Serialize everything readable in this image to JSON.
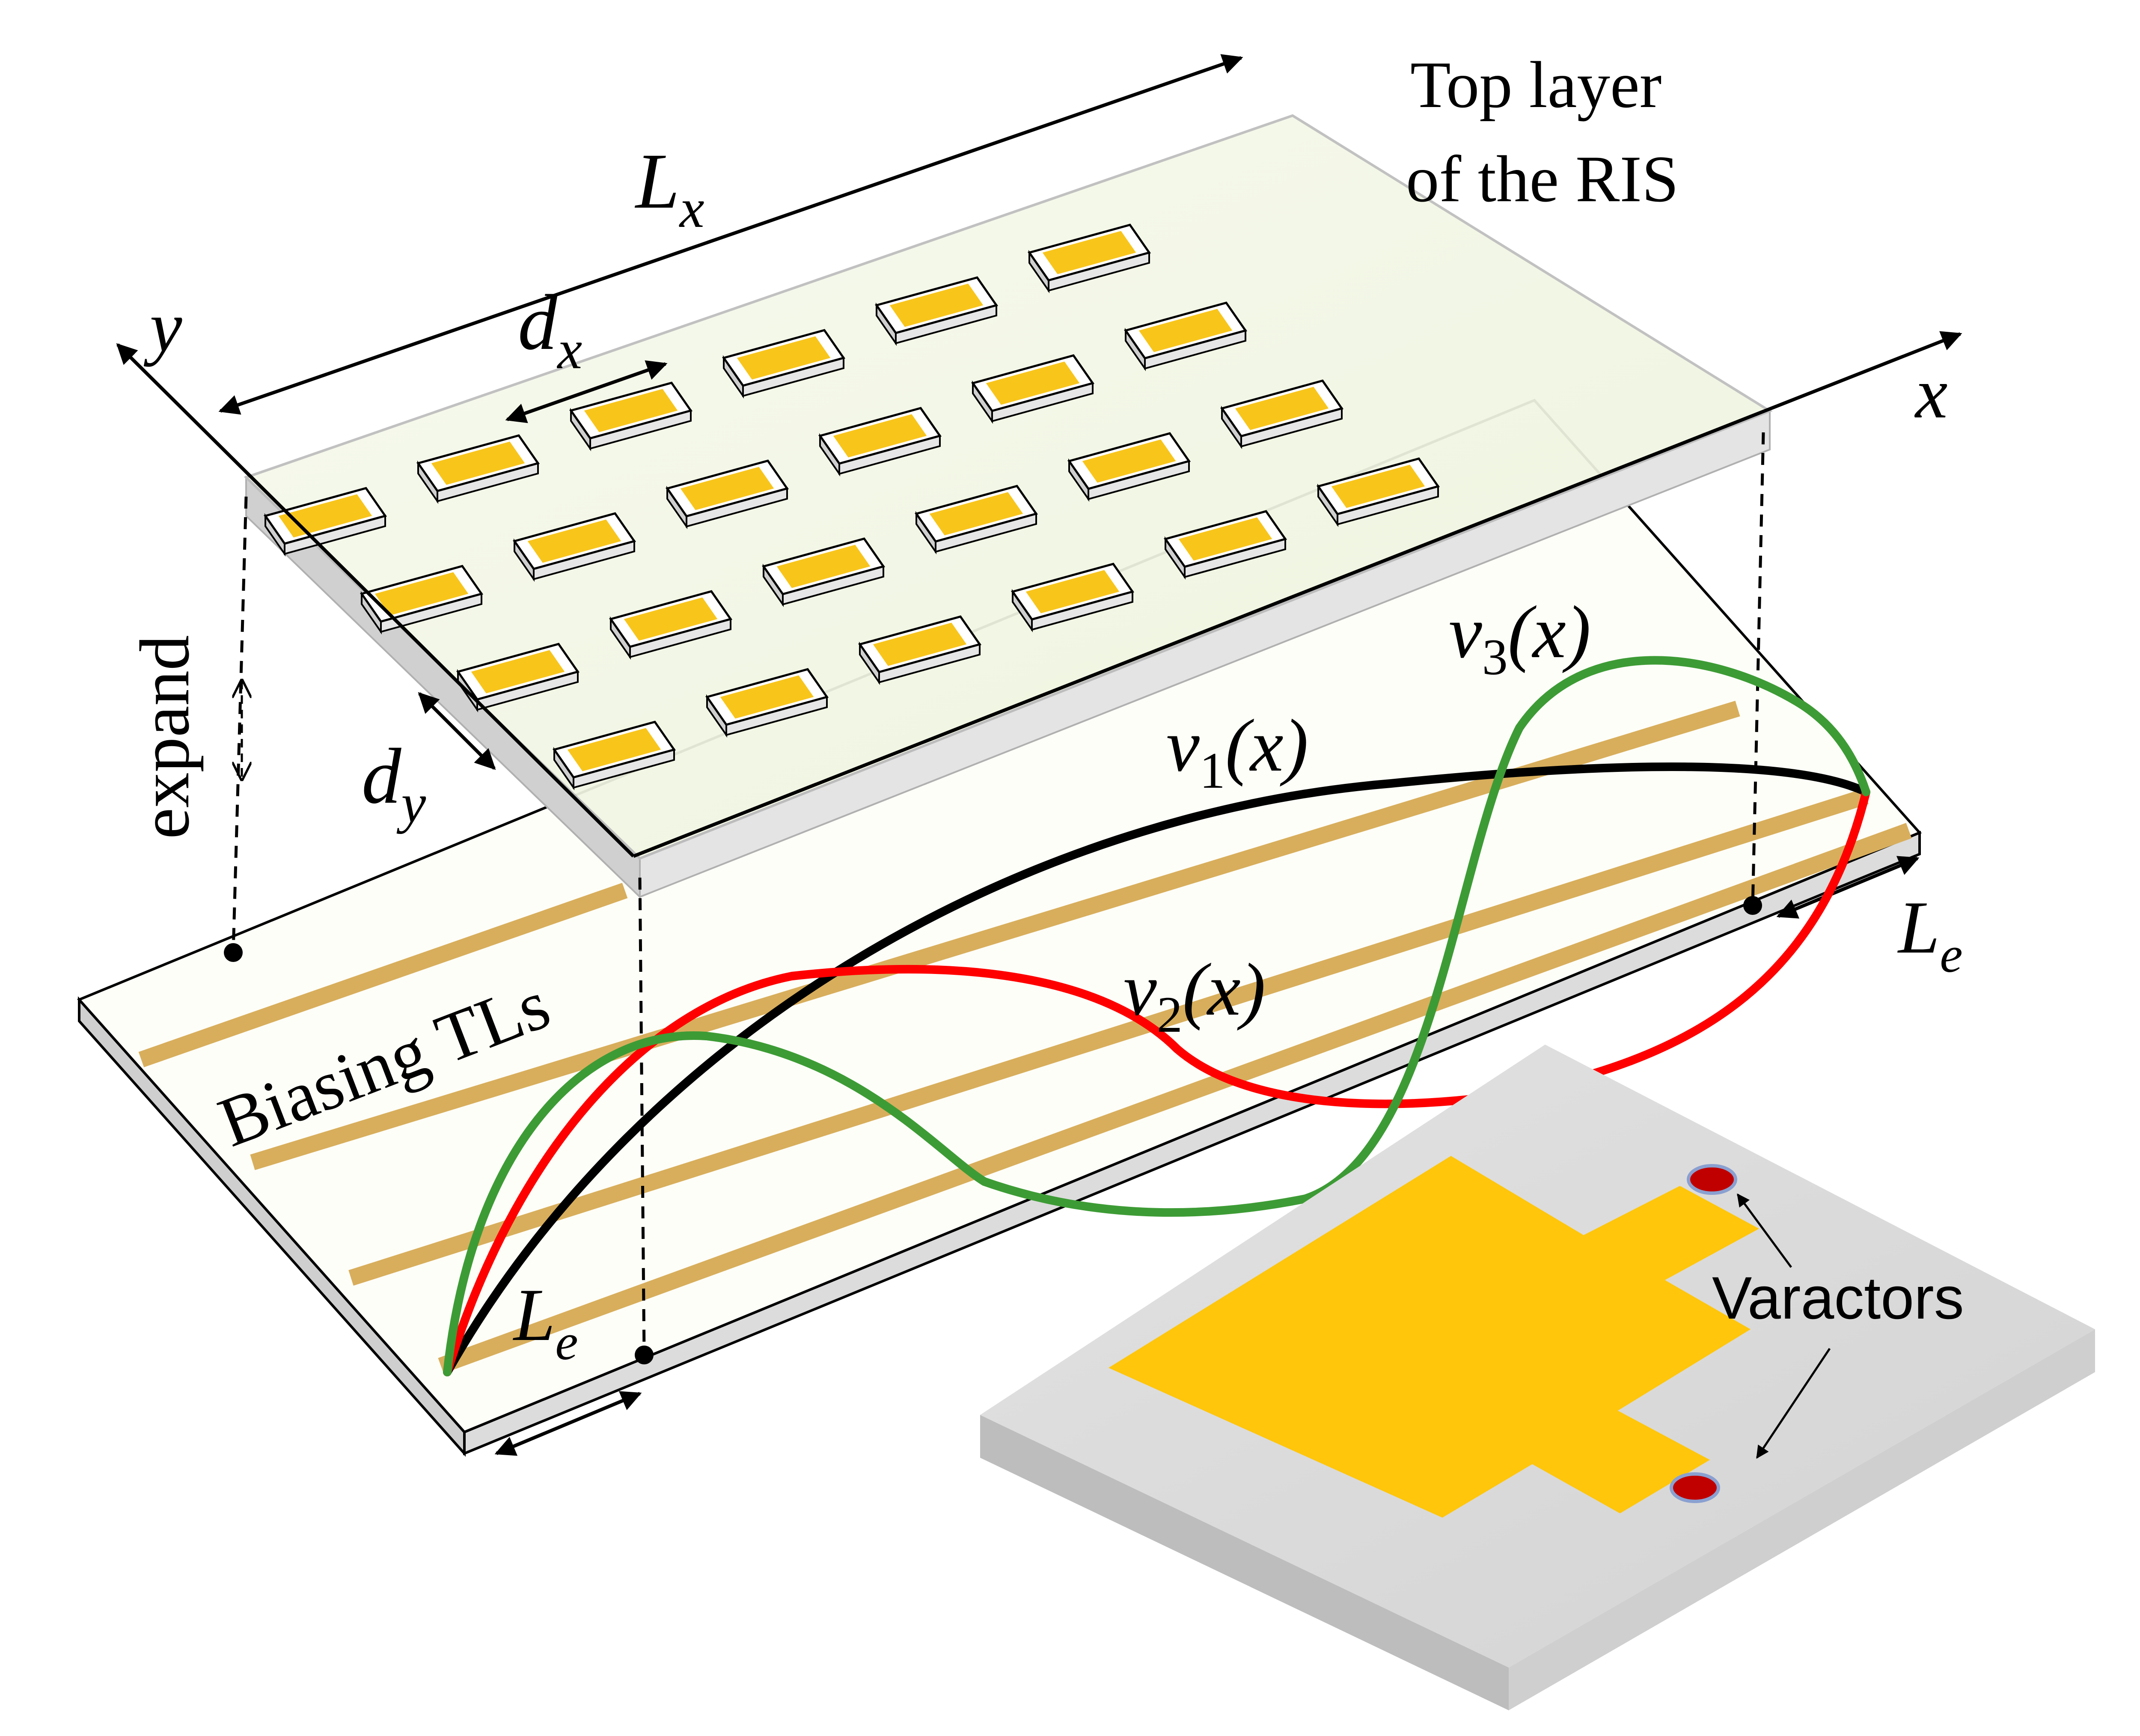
{
  "labels": {
    "top_layer_line1": "Top layer",
    "top_layer_line2": "of the RIS",
    "lx_main": "L",
    "lx_sub": "x",
    "dx_main": "d",
    "dx_sub": "x",
    "dy_main": "d",
    "dy_sub": "y",
    "y_axis": "y",
    "x_axis": "x",
    "expand": "expand",
    "biasing": "Biasing TLs",
    "le_main": "L",
    "le_sub": "e",
    "v1_main": "v",
    "v1_sub": "1",
    "v1_arg": "(x)",
    "v2_main": "v",
    "v2_sub": "2",
    "v2_arg": "(x)",
    "v3_main": "v",
    "v3_sub": "3",
    "v3_arg": "(x)",
    "varactors": "Varactors"
  },
  "colors": {
    "patch": "#f8c51b",
    "patch_side": "#d9d9d9",
    "tl_gold": "#d8ae5c",
    "v1": "#000000",
    "v2": "#ff0000",
    "v3": "#3d9b35",
    "cell_patch": "#ffc60b",
    "cell_board": "#d9d9d9",
    "varactor": "#c00000"
  }
}
